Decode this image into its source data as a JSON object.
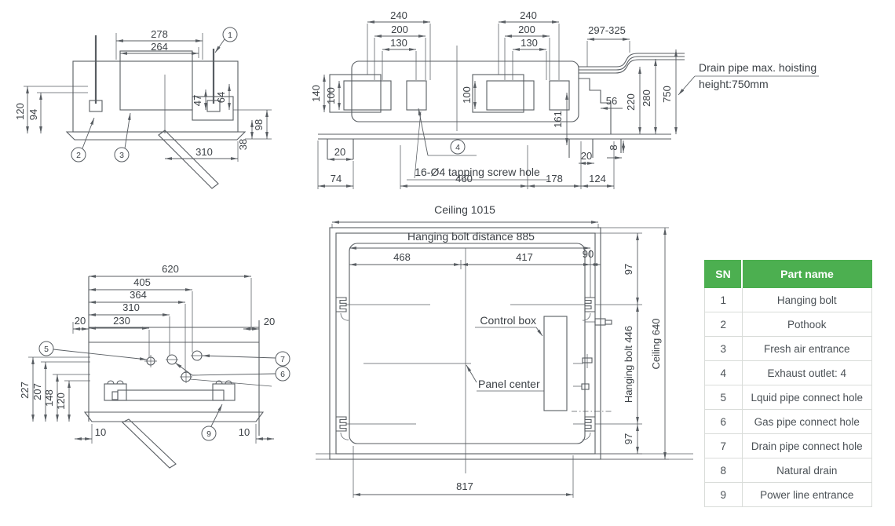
{
  "colors": {
    "line": "#585d62",
    "text": "#3d4247",
    "table_header_bg": "#4caf50",
    "table_header_text": "#ffffff",
    "table_border": "#d9dcd9"
  },
  "v1": {
    "d278": "278",
    "d264": "264",
    "d120": "120",
    "d94": "94",
    "d47": "47",
    "d64": "64",
    "d98": "98",
    "d38": "38",
    "d310": "310",
    "b1": "1",
    "b2": "2",
    "b3": "3"
  },
  "v2": {
    "d240a": "240",
    "d200a": "200",
    "d130a": "130",
    "d240b": "240",
    "d200b": "200",
    "d130b": "130",
    "d297": "297-325",
    "d140": "140",
    "d100a": "100",
    "d100b": "100",
    "d161": "161",
    "d56": "56",
    "d220": "220",
    "d280": "280",
    "d750": "750",
    "d20a": "20",
    "d74": "74",
    "d460": "460",
    "d178": "178",
    "d124": "124",
    "d20b": "20",
    "d8": "8",
    "b4": "4",
    "note": "16-Ø4 tapping screw hole",
    "callout1": "Drain pipe max. hoisting",
    "callout2": "height:750mm"
  },
  "v3": {
    "d620": "620",
    "d405": "405",
    "d364": "364",
    "d310": "310",
    "d230": "230",
    "d20l": "20",
    "d20r": "20",
    "d227": "227",
    "d207": "207",
    "d148": "148",
    "d120": "120",
    "d10l": "10",
    "d10r": "10",
    "b5": "5",
    "b6": "6",
    "b7": "7",
    "b9": "9"
  },
  "v4": {
    "ceiling_w": "Ceiling 1015",
    "bolt_dist": "Hanging bolt distance 885",
    "d468": "468",
    "d417": "417",
    "d90": "90",
    "d97t": "97",
    "d97b": "97",
    "bolt_h": "Hanging bolt 446",
    "ceiling_h": "Ceiling 640",
    "control_box": "Control box",
    "panel_center": "Panel center",
    "d817": "817"
  },
  "table": {
    "headers": [
      "SN",
      "Part name"
    ],
    "rows": [
      [
        "1",
        "Hanging bolt"
      ],
      [
        "2",
        "Pothook"
      ],
      [
        "3",
        "Fresh air entrance"
      ],
      [
        "4",
        "Exhaust outlet: 4"
      ],
      [
        "5",
        "Lquid pipe connect hole"
      ],
      [
        "6",
        "Gas pipe connect hole"
      ],
      [
        "7",
        "Drain pipe connect hole"
      ],
      [
        "8",
        "Natural drain"
      ],
      [
        "9",
        "Power line entrance"
      ]
    ]
  }
}
